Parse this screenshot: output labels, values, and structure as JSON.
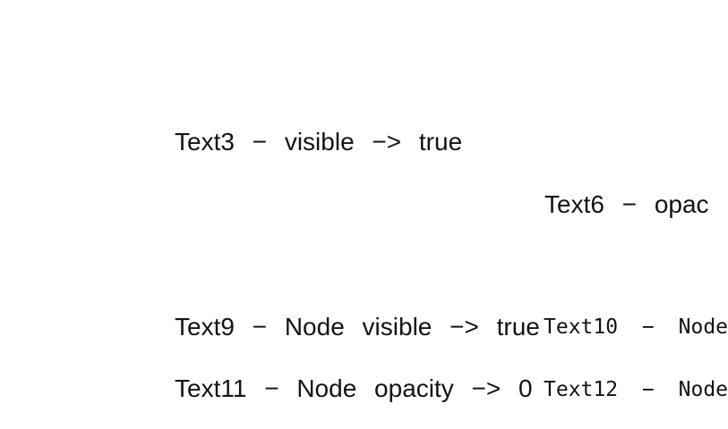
{
  "canvas": {
    "background_color": "#ffffff",
    "text_color": "#131313"
  },
  "texts": [
    {
      "id": "Text3",
      "content": "Text3 − visible −> true"
    },
    {
      "id": "Text6",
      "content": "Text6 − opac"
    },
    {
      "id": "Text9",
      "content": "Text9 − Node visible −> true"
    },
    {
      "id": "Text10",
      "content": "Text10 − Node"
    },
    {
      "id": "Text11",
      "content": "Text11 − Node opacity −> 0"
    },
    {
      "id": "Text12",
      "content": "Text12 − Node"
    }
  ]
}
